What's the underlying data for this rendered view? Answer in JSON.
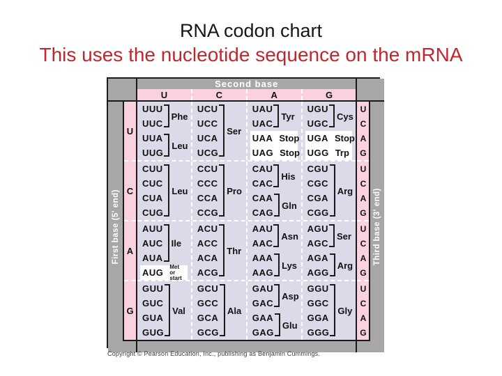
{
  "title": "RNA codon chart",
  "subtitle": "This uses the nucleotide sequence on the mRNA",
  "copyright": "Copyright © Pearson Education, Inc., publishing as Benjamin Cummings.",
  "colors": {
    "frame_gray": "#a7a7a7",
    "cell_lavender": "#dcd9e9",
    "header_pink": "#f9d2de",
    "line_black": "#1a1a1a",
    "highlight_white": "#ffffff",
    "subtitle_red": "#c0272d"
  },
  "chart": {
    "second_base_label": "Second base",
    "first_base_label": "First base  (5' end)",
    "third_base_label": "Third base  (3' end)",
    "second_base_letters": [
      "U",
      "C",
      "A",
      "G"
    ],
    "rows": [
      {
        "base": "U",
        "third": [
          "U",
          "C",
          "A",
          "G"
        ],
        "cells": [
          {
            "entries": [
              {
                "type": "bracket",
                "codons": [
                  "UUU",
                  "UUC"
                ],
                "label": "Phe"
              },
              {
                "type": "bracket",
                "codons": [
                  "UUA",
                  "UUG"
                ],
                "label": "Leu"
              }
            ]
          },
          {
            "entries": [
              {
                "type": "bracket",
                "codons": [
                  "UCU",
                  "UCC",
                  "UCA",
                  "UCG"
                ],
                "label": "Ser"
              }
            ]
          },
          {
            "entries": [
              {
                "type": "bracket",
                "codons": [
                  "UAU",
                  "UAC"
                ],
                "label": "Tyr"
              },
              {
                "type": "inline",
                "codons": [
                  "UAA"
                ],
                "label": "Stop",
                "highlight": true
              },
              {
                "type": "inline",
                "codons": [
                  "UAG"
                ],
                "label": "Stop",
                "highlight": true
              }
            ]
          },
          {
            "entries": [
              {
                "type": "bracket",
                "codons": [
                  "UGU",
                  "UGC"
                ],
                "label": "Cys"
              },
              {
                "type": "inline",
                "codons": [
                  "UGA"
                ],
                "label": "Stop",
                "highlight": true
              },
              {
                "type": "inline",
                "codons": [
                  "UGG"
                ],
                "label": "Trp",
                "highlight": true
              }
            ]
          }
        ]
      },
      {
        "base": "C",
        "third": [
          "U",
          "C",
          "A",
          "G"
        ],
        "cells": [
          {
            "entries": [
              {
                "type": "bracket",
                "codons": [
                  "CUU",
                  "CUC",
                  "CUA",
                  "CUG"
                ],
                "label": "Leu"
              }
            ]
          },
          {
            "entries": [
              {
                "type": "bracket",
                "codons": [
                  "CCU",
                  "CCC",
                  "CCA",
                  "CCG"
                ],
                "label": "Pro"
              }
            ]
          },
          {
            "entries": [
              {
                "type": "bracket",
                "codons": [
                  "CAU",
                  "CAC"
                ],
                "label": "His"
              },
              {
                "type": "bracket",
                "codons": [
                  "CAA",
                  "CAG"
                ],
                "label": "Gln"
              }
            ]
          },
          {
            "entries": [
              {
                "type": "bracket",
                "codons": [
                  "CGU",
                  "CGC",
                  "CGA",
                  "CGG"
                ],
                "label": "Arg"
              }
            ]
          }
        ]
      },
      {
        "base": "A",
        "third": [
          "U",
          "C",
          "A",
          "G"
        ],
        "cells": [
          {
            "entries": [
              {
                "type": "bracket",
                "codons": [
                  "AUU",
                  "AUC",
                  "AUA"
                ],
                "label": "Ile"
              },
              {
                "type": "inline",
                "codons": [
                  "AUG"
                ],
                "label": "Met or\nstart",
                "highlight": true,
                "small": true
              }
            ]
          },
          {
            "entries": [
              {
                "type": "bracket",
                "codons": [
                  "ACU",
                  "ACC",
                  "ACA",
                  "ACG"
                ],
                "label": "Thr"
              }
            ]
          },
          {
            "entries": [
              {
                "type": "bracket",
                "codons": [
                  "AAU",
                  "AAC"
                ],
                "label": "Asn"
              },
              {
                "type": "bracket",
                "codons": [
                  "AAA",
                  "AAG"
                ],
                "label": "Lys"
              }
            ]
          },
          {
            "entries": [
              {
                "type": "bracket",
                "codons": [
                  "AGU",
                  "AGC"
                ],
                "label": "Ser"
              },
              {
                "type": "bracket",
                "codons": [
                  "AGA",
                  "AGG"
                ],
                "label": "Arg"
              }
            ]
          }
        ]
      },
      {
        "base": "G",
        "third": [
          "U",
          "C",
          "A",
          "G"
        ],
        "cells": [
          {
            "entries": [
              {
                "type": "bracket",
                "codons": [
                  "GUU",
                  "GUC",
                  "GUA",
                  "GUG"
                ],
                "label": "Val"
              }
            ]
          },
          {
            "entries": [
              {
                "type": "bracket",
                "codons": [
                  "GCU",
                  "GCC",
                  "GCA",
                  "GCG"
                ],
                "label": "Ala"
              }
            ]
          },
          {
            "entries": [
              {
                "type": "bracket",
                "codons": [
                  "GAU",
                  "GAC"
                ],
                "label": "Asp"
              },
              {
                "type": "bracket",
                "codons": [
                  "GAA",
                  "GAG"
                ],
                "label": "Glu"
              }
            ]
          },
          {
            "entries": [
              {
                "type": "bracket",
                "codons": [
                  "GGU",
                  "GGC",
                  "GGA",
                  "GGG"
                ],
                "label": "Gly"
              }
            ]
          }
        ]
      }
    ]
  }
}
